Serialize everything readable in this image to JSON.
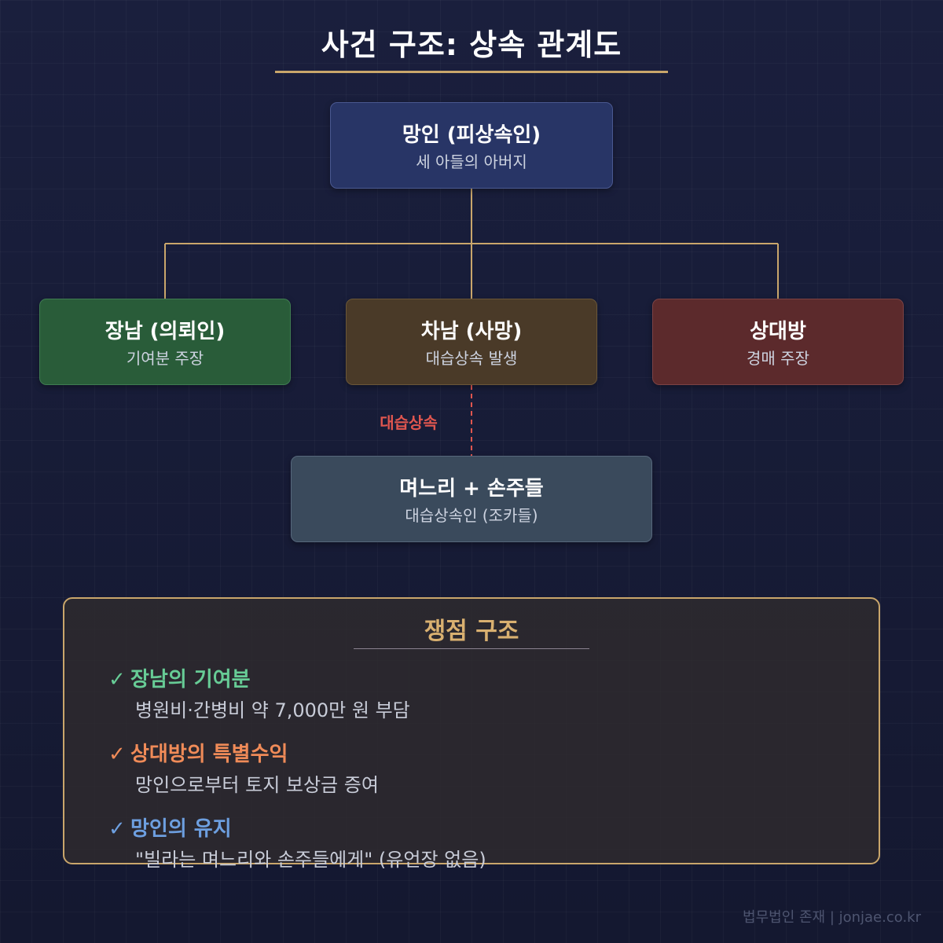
{
  "title": "사건 구조: 상속 관계도",
  "nodes": {
    "deceased": {
      "title": "망인 (피상속인)",
      "subtitle": "세 아들의 아버지"
    },
    "eldest": {
      "title": "장남 (의뢰인)",
      "subtitle": "기여분 주장"
    },
    "second": {
      "title": "차남 (사망)",
      "subtitle": "대습상속 발생"
    },
    "opponent": {
      "title": "상대방",
      "subtitle": "경매 주장"
    },
    "heirs": {
      "title": "며느리 + 손주들",
      "subtitle": "대습상속인 (조카들)"
    }
  },
  "subrogation_label": "대습상속",
  "issues": {
    "title": "쟁점 구조",
    "items": [
      {
        "check": "✓",
        "heading": "장남의 기여분",
        "description": "병원비·간병비 약 7,000만 원 부담",
        "color": "#67cc96"
      },
      {
        "check": "✓",
        "heading": "상대방의 특별수익",
        "description": "망인으로부터 토지 보상금 증여",
        "color": "#f08b58"
      },
      {
        "check": "✓",
        "heading": "망인의 유지",
        "description": "\"빌라는 며느리와 손주들에게\" (유언장 없음)",
        "color": "#6d9fe0"
      }
    ]
  },
  "footer": "법무법인 존재 | jonjae.co.kr",
  "colors": {
    "accent_gold": "#c9a66b",
    "subrogation_red": "#e0564f",
    "background": "#161a33"
  }
}
